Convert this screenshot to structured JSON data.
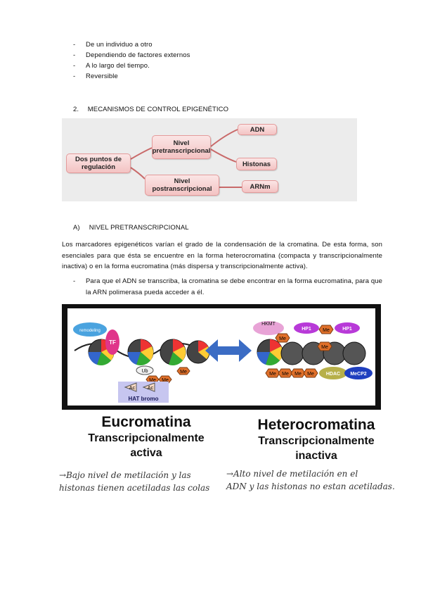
{
  "bullets": [
    "De un individuo a otro",
    "Dependiendo de factores externos",
    "A lo largo del tiempo.",
    "Reversible"
  ],
  "section2": {
    "number": "2.",
    "title": "MECANISMOS DE CONTROL EPIGENÉTICO"
  },
  "concept_map": {
    "root": "Dos puntos de regulación",
    "pre": "Nivel pretranscripcional",
    "post": "Nivel postranscripcional",
    "adn": "ADN",
    "histonas": "Histonas",
    "arnm": "ARNm"
  },
  "sectionA": {
    "letter": "A)",
    "title": "NIVEL PRETRANSCRIPCIONAL"
  },
  "paragraph": "Los marcadores epigenéticos varían el grado de la condensación de la cromatina. De esta forma, son esenciales para que ésta se encuentre en la forma heterocromatina (compacta y transcripcionalmente inactiva) o en la forma eucromatina (más dispersa y transcripcionalmente activa).",
  "bullet2": "Para que el ADN se transcriba, la cromatina se debe encontrar en la forma eucromatina, para que la ARN polimerasa pueda acceder a él.",
  "figure": {
    "remodeling": "remodeling",
    "tf": "TF",
    "ub": "Ub",
    "me": "Me",
    "ac": "Ac",
    "hat": "HAT bromo",
    "hkmt": "HKMT",
    "hp1": "HP1",
    "hdac": "HDAC",
    "mecp2": "MeCP2"
  },
  "eucromatina": {
    "title": "Eucromatina",
    "line1": "Transcripcionalmente",
    "line2": "activa"
  },
  "heterocromatina": {
    "title": "Heterocromatina",
    "line1": "Transcripcionalmente",
    "line2": "inactiva"
  },
  "handnote_left": {
    "line1": "→Bajo nivel de metilación y las",
    "line2": "histonas tienen acetiladas las colas"
  },
  "handnote_right": {
    "line1": "→Alto nivel de metilación en el",
    "line2": "ADN y las histonas no estan acetiladas."
  },
  "colors": {
    "node_fill": "#f3c3c3",
    "node_border": "#e39a9a",
    "arrow_blue": "#3b6cc4",
    "hp1_purple": "#b83ad8",
    "me_orange": "#e0702a",
    "hdac_olive": "#b7b04a",
    "mecp2_blue": "#1f3fbf"
  }
}
